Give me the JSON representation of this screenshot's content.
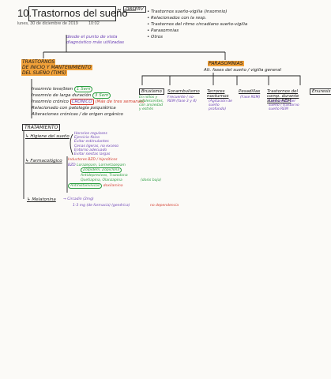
{
  "header": {
    "title_number": "10.",
    "title": "Trastornos del sueño",
    "date": "lunes, 30 de diciembre de 2019",
    "time": "10:02"
  },
  "top_note": {
    "line1": "desde el punto de vista",
    "line2": "diagnóstico más utilizadas"
  },
  "observ": {
    "label": "OBSERV",
    "items": [
      "Trastornos sueño-vigilia (insomnio)",
      "Relacionados con la resp.",
      "Trastornos del ritmo circadiano sueño-vigilia",
      "Parasomnias",
      "Otros"
    ]
  },
  "tims": {
    "heading1": "TRASTORNOS",
    "heading2": "DE INICIO Y MANTENIMIENTO",
    "heading3": "DEL SUEÑO (TIMS)",
    "rows": [
      {
        "label": "Insomnio leve/bien",
        "tag": "1 Sem"
      },
      {
        "label": "Insomnio de larga duración",
        "tag": "3 Sem"
      },
      {
        "label": "Insomnio crónico",
        "tag": "CRÓNICO",
        "note": "(Más de tres semanas)"
      },
      {
        "label": "Relacionado con patología psiquiátrica",
        "tag": ""
      },
      {
        "label": "Alteraciones crónicas / de origen orgánico",
        "tag": ""
      }
    ]
  },
  "parasomnias": {
    "heading": "PARASOMNIAS",
    "subtitle": "Alt. fases del sueño / vigilia general",
    "nodes": [
      {
        "label": "Bruxismo",
        "detail": "En niños y adolescentes, con ansiedad y estrés"
      },
      {
        "label": "Sonambulismo",
        "detail": "Frecuente / no-REM (fase 3 y 4)"
      },
      {
        "label": "Terrores nocturnos",
        "detail": "(Agitación de sueño profundo)"
      },
      {
        "label": "Pesadillas",
        "detail": "(Fase REM)"
      },
      {
        "label": "Trastornos del comp. durante sueño REM",
        "detail": "Fase vivida del sueño / trastorno sueño REM"
      },
      {
        "label": "Enuresis",
        "detail": ""
      }
    ]
  },
  "tratamiento": {
    "heading": "TRATAMIENTO",
    "higiene": {
      "label": "Higiene del sueño",
      "items": [
        "Horarios regulares",
        "Ejercicio físico",
        "Evitar estimulantes",
        "Cenas ligeras, no exceso",
        "Entorno adecuado",
        "Evitar siestas largas"
      ]
    },
    "farmacologico": {
      "label": "Farmacológico",
      "rows": [
        {
          "a": "Inductores",
          "b": "BZD / hipnóticos"
        },
        {
          "a": "BZD",
          "b": "Lorazepam, Lormetazepam"
        },
        {
          "a": "",
          "b": "Zolpidem, Zopiclona"
        },
        {
          "a": "",
          "b": "Antidepresivos, Trazodona"
        },
        {
          "a": "",
          "b": "Quetiapina, Olanzapina"
        },
        {
          "a": "Antihistamínicos",
          "b": "doxilamina"
        }
      ],
      "side_note": "(dosis baja)"
    },
    "melatonina": {
      "label": "Melatonina",
      "line1": "Circadin (2mg)",
      "line2": "1-3 mg (de farmacia) (genérica)",
      "note": "no dependencia"
    }
  }
}
